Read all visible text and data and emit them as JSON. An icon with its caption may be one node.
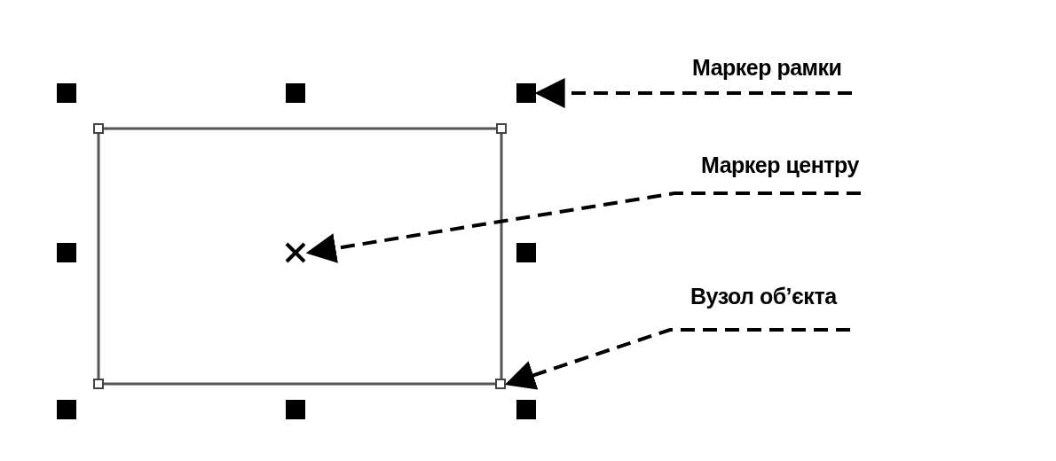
{
  "diagram": {
    "nodes": [
      {
        "text": [
          "Маркер рамки"
        ]
      },
      {
        "text": [],
        "shape": "box"
      },
      {
        "text": [
          "Маркер центру"
        ]
      },
      {
        "text": [],
        "shape": "cross"
      },
      {
        "text": [
          "Вузол об’єкта"
        ]
      },
      {
        "text": [],
        "shape": "box"
      }
    ],
    "edges": [
      {
        "from": 0,
        "to": 1,
        "arrow": "to",
        "style": "dashed"
      },
      {
        "from": 2,
        "to": 3,
        "arrow": "to",
        "style": "dashed"
      },
      {
        "from": 4,
        "to": 5,
        "arrow": "to",
        "style": "dashed"
      }
    ]
  }
}
